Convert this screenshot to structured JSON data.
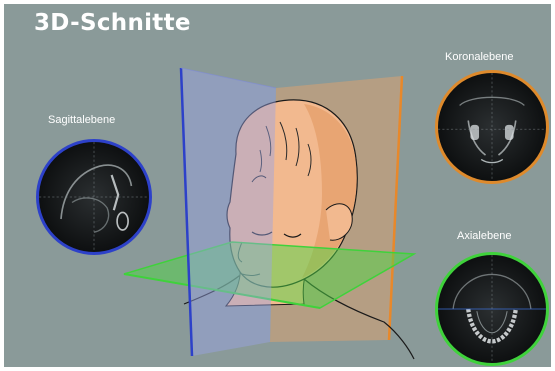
{
  "title": "3D-Schnitte",
  "views": {
    "sagittal": {
      "label": "Sagittalebene",
      "color": "#2d41c9"
    },
    "coronal": {
      "label": "Koronalebene",
      "color": "#de8a2c"
    },
    "axial": {
      "label": "Axialebene",
      "color": "#3fd23b"
    }
  },
  "colors": {
    "background": "#8a9a99",
    "title": "#ffffff",
    "skin": "#f2b98f"
  }
}
